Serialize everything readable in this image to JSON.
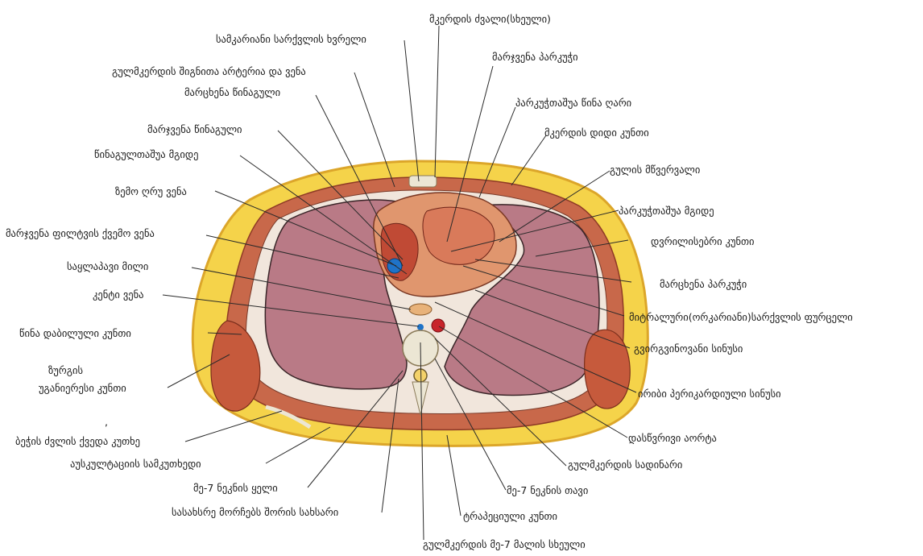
{
  "labels": {
    "sternum_body": "მკერდის ძვალი(სხეული)",
    "tricuspid_valve": "სამკარიანი სარქვლის ხვრელი",
    "right_ventricle": "მარჯვენა პარკუჭი",
    "internal_thoracic": "გულმკერდის შიგნითა არტერია და ვენა",
    "left_atrium_top": "მარცხენა წინაგული",
    "anterior_interventricular_groove": "პარკუჭთაშუა წინა ღარი",
    "pectoralis_major": "მკერდის დიდი კუნთი",
    "right_atrium": "მარჯვენა წინაგული",
    "apex": "გულის მწვერვალი",
    "interatrial_septum": "წინაგულთაშუა  მგიდე",
    "interventricular_septum": "პარკუჭთაშუა მგიდე",
    "svc": "ზემო ღრუ ვენა",
    "serratus_anterior": "დვრილისებრი კუნთი",
    "right_inferior_pulmonary_vein": "მარჯვენა ფილტვის ქვემო ვენა",
    "left_ventricle": "მარცხენა პარკუჭი",
    "esophagus": "საყლაპავი მილი",
    "mitral_valve": "მიტრალური(ორკარიანი)სარქვლის ფურცელი",
    "azygos_vein": "კენტი ვენა",
    "costodiaphragmatic_sinus": "გვირგვინოვანი სინუსი",
    "anterior_serratus": "წინა დაბილული კუნთი",
    "oblique_pericardial_sinus": "ირიბი პერიკარდიული სინუსი",
    "latissimus_line1": "ზურგის",
    "latissimus_line2": "უგანიერესი კუნთი",
    "descending_aorta": "დასწვრივი აორტა",
    "scapula_angle_mark": ",",
    "scapula_angle": "ბეჭის ძვლის ქვედა კუთხე",
    "thoracic_duct": "გულმკერდის სადინარი",
    "auscultation_triangle": "აუსკულტაციის სამკუთხედი",
    "rib7_head": "მე-7 ნეკნის თავი",
    "rib7_neck": "მე-7 ნეკნის ყელი",
    "trapezius": "ტრაპეციული კუნთი",
    "intercostal_space": "სასახსრე მორჩებს შორის სახსარი",
    "t7_body": "გულმკერდის მე-7 მალის სხეული"
  },
  "colors": {
    "fat": "#f5d34a",
    "fat_dark": "#e9b631",
    "muscle": "#c65a3c",
    "lung": "#b97a86",
    "heart": "#d98a6a",
    "bone": "#ece6d4",
    "line": "#2a2a2a",
    "vessel_blue": "#1f73c8",
    "vessel_red": "#c8242a"
  }
}
